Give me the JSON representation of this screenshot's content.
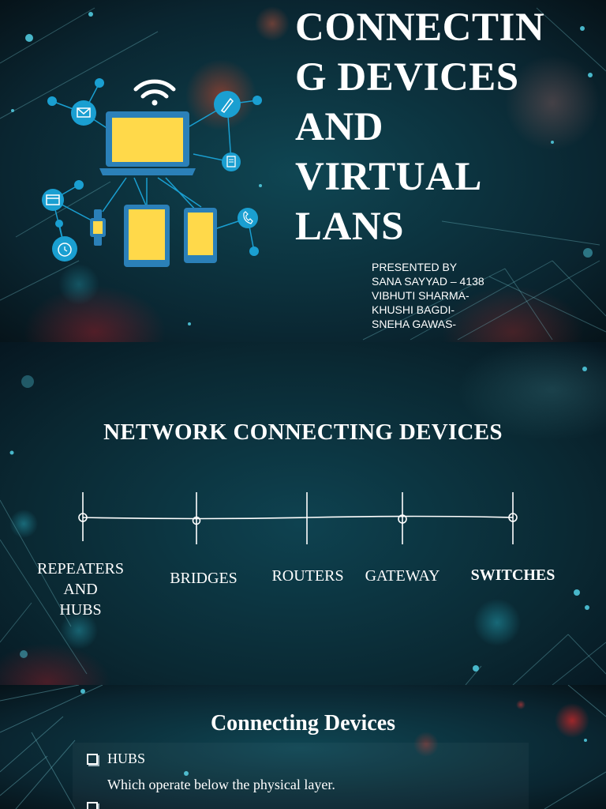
{
  "slide1": {
    "title": "CONNECTIN\nG DEVICES\nAND\nVIRTUAL\nLANS",
    "presenters": [
      "PRESENTED BY",
      "SANA SAYYAD – 4138",
      "VIBHUTI SHARMA-",
      "KHUSHI BAGDI-",
      "SNEHA GAWAS-"
    ],
    "illustration_icons": [
      "wifi-icon",
      "laptop-icon",
      "mail-icon",
      "pen-icon",
      "document-icon",
      "calendar-icon",
      "alarm-clock-icon",
      "phone-icon",
      "smartwatch-icon",
      "tablet-icon",
      "smartphone-icon"
    ],
    "colors": {
      "icon_blue": "#1a9fd1",
      "screen_yellow": "#ffd94a",
      "device_blue": "#2b80b8"
    }
  },
  "slide2": {
    "title": "NETWORK CONNECTING DEVICES",
    "timeline_labels": [
      "REPEATERS\nAND\nHUBS",
      "BRIDGES",
      "ROUTERS",
      "GATEWAY",
      "SWITCHES"
    ]
  },
  "slide3": {
    "title": "Connecting Devices",
    "bullets": [
      {
        "label": "HUBS",
        "description": "Which operate below the physical layer."
      }
    ]
  }
}
